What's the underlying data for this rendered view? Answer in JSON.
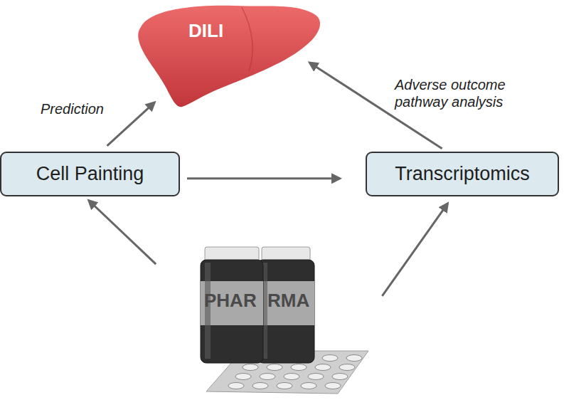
{
  "diagram": {
    "nodes": [
      {
        "text": [
          "DILI"
        ]
      },
      {
        "text": [
          "Cell Painting"
        ]
      },
      {
        "text": [
          "Transcriptomics"
        ]
      },
      {
        "text": [
          "PHAR",
          "RMA"
        ]
      }
    ],
    "edges": [
      {
        "from": 1,
        "to": 0,
        "arrow": "to",
        "label": "Prediction"
      },
      {
        "from": 2,
        "to": 0,
        "arrow": "to",
        "label": "Adverse outcome pathway analysis"
      },
      {
        "from": 1,
        "to": 2,
        "arrow": "to"
      },
      {
        "from": 3,
        "to": 1,
        "arrow": "to"
      },
      {
        "from": 3,
        "to": 2,
        "arrow": "to"
      }
    ]
  }
}
